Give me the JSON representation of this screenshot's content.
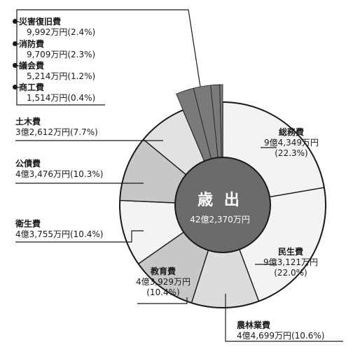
{
  "chart_data": {
    "type": "pie",
    "center": {
      "title": "歳 出",
      "total": "42億2,370万円"
    },
    "slices": [
      {
        "name": "総務費",
        "amount": "9億4,349万円",
        "percent_label": "(22.3%)",
        "value": 22.3,
        "shade": "#f3f3f3"
      },
      {
        "name": "民生費",
        "amount": "9億3,121万円",
        "percent_label": "(22.0%)",
        "value": 22.0,
        "shade": "#f3f3f3"
      },
      {
        "name": "農林業費",
        "amount": "4億4,699万円(10.6%)",
        "value": 10.6,
        "shade": "#dcdcdc"
      },
      {
        "name": "教育費",
        "amount": "4億3,929万円",
        "percent_label": "(10.4%)",
        "value": 10.4,
        "shade": "#c7c7c7"
      },
      {
        "name": "衛生費",
        "amount": "4億3,755万円(10.4%)",
        "value": 10.4,
        "shade": "#f3f3f3"
      },
      {
        "name": "公債費",
        "amount": "4億3,476万円(10.3%)",
        "value": 10.3,
        "shade": "#c7c7c7"
      },
      {
        "name": "土木費",
        "amount": "3億2,612万円(7.7%)",
        "value": 7.7,
        "shade": "#e2e2e2"
      },
      {
        "name": "災害復旧費",
        "amount": "9,992万円(2.4%)",
        "value": 2.4,
        "shade": "#7a7a7a"
      },
      {
        "name": "消防費",
        "amount": "9,709万円(2.3%)",
        "value": 2.3,
        "shade": "#7a7a7a"
      },
      {
        "name": "議会費",
        "amount": "5,214万円(1.2%)",
        "value": 1.2,
        "shade": "#7a7a7a"
      },
      {
        "name": "商工費",
        "amount": "1,514万円(0.4%)",
        "value": 0.4,
        "shade": "#7a7a7a"
      }
    ]
  },
  "colors": {
    "outline": "#1a1a1a",
    "center": "#6b6b6b",
    "small_group": "#7a7a7a"
  }
}
